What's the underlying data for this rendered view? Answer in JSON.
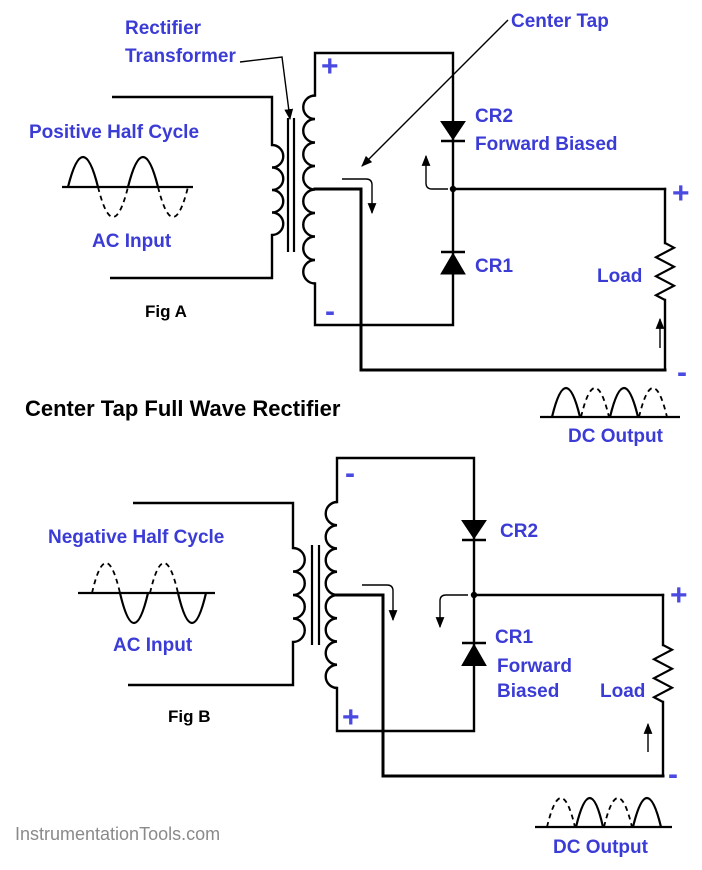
{
  "page": {
    "title": "Center Tap Full Wave Rectifier",
    "watermark": "InstrumentationTools.com"
  },
  "colors": {
    "label_blue": "#3b3bd6",
    "polarity_blue": "#4a4ae0",
    "wire_black": "#000000",
    "watermark_gray": "#8a8a8a"
  },
  "fig_a": {
    "caption": "Fig A",
    "labels": {
      "transformer_line1": "Rectifier",
      "transformer_line2": "Transformer",
      "center_tap": "Center Tap",
      "half_cycle": "Positive Half Cycle",
      "ac_input": "AC Input",
      "cr2": "CR2",
      "cr2_state": "Forward Biased",
      "cr1": "CR1",
      "load": "Load",
      "dc_output": "DC Output",
      "secondary_top_polarity": "+",
      "secondary_bottom_polarity": "-",
      "output_top_polarity": "+",
      "output_bottom_polarity": "-"
    }
  },
  "fig_b": {
    "caption": "Fig B",
    "labels": {
      "half_cycle": "Negative Half Cycle",
      "ac_input": "AC Input",
      "cr2": "CR2",
      "cr1": "CR1",
      "cr1_state_line1": "Forward",
      "cr1_state_line2": "Biased",
      "load": "Load",
      "dc_output": "DC Output",
      "secondary_top_polarity": "-",
      "secondary_bottom_polarity": "+",
      "output_top_polarity": "+",
      "output_bottom_polarity": "-"
    }
  }
}
